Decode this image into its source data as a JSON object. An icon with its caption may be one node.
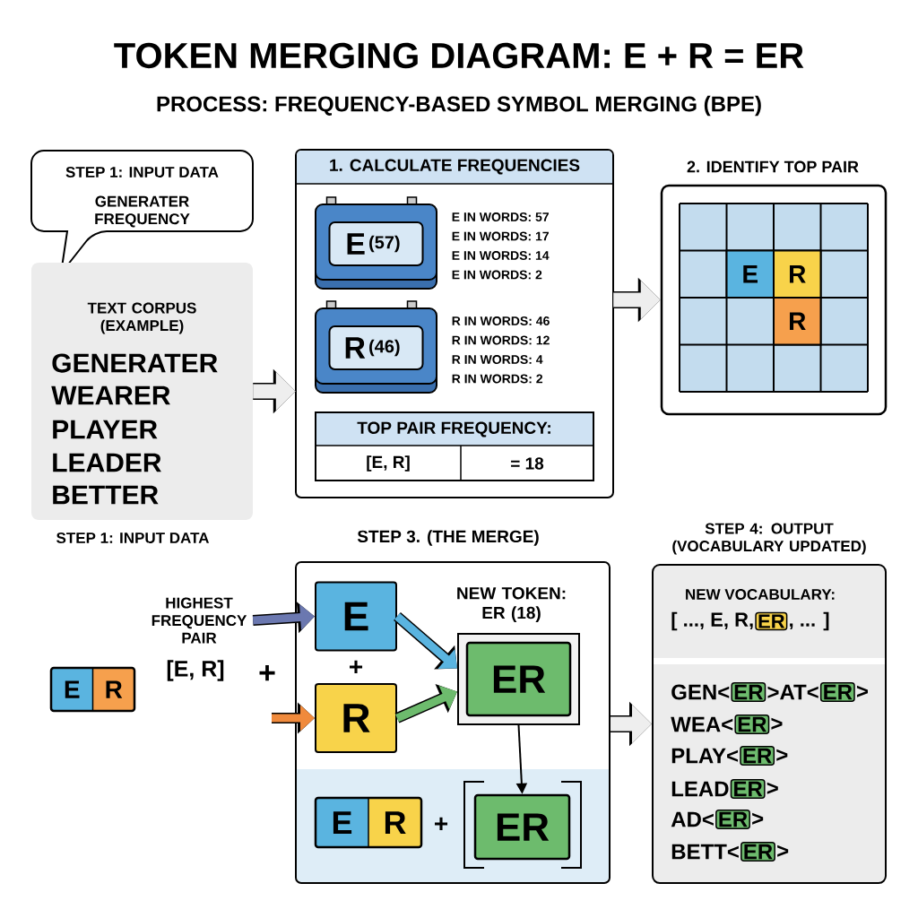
{
  "diagram": {
    "title": "TOKEN MERGING DIAGRAM: E + R = ER",
    "caption": "PROCESS: FREQUENCY-BASED SYMBOL MERGING (BPE)",
    "nodes": [
      {
        "text": [
          "STEP 1: INPUT DATA",
          "GENERATER FREQUENCY"
        ]
      },
      {
        "text": [
          "TEXT CORPUS (EXAMPLE)",
          "GENERATER",
          "WEARER",
          "PLAYER",
          "LEADER",
          "BETTER"
        ],
        "beside": [
          "STEP 1: INPUT DATA"
        ]
      },
      {
        "text": [
          "1. CALCULATE FREQUENCIES"
        ]
      },
      {
        "text": [
          "E",
          "(57)"
        ],
        "in": 2,
        "beside": [
          "E IN WORDS: 57",
          "E IN WORDS: 17",
          "E IN WORDS: 14",
          "E IN WORDS: 2"
        ]
      },
      {
        "text": [
          "R",
          "(46)"
        ],
        "in": 2,
        "beside": [
          "R IN WORDS: 46",
          "R IN WORDS: 12",
          "R IN WORDS: 4",
          "R IN WORDS: 2"
        ]
      },
      {
        "text": [
          "TOP PAIR FREQUENCY:",
          "[E, R]",
          "= 18"
        ],
        "in": 2
      },
      {
        "text": [
          "2. IDENTIFY TOP PAIR"
        ]
      },
      {
        "text": [
          "E"
        ],
        "in": 6
      },
      {
        "text": [
          "R"
        ],
        "in": 6
      },
      {
        "text": [
          "R"
        ],
        "in": 6
      },
      {
        "text": [
          "E",
          "R"
        ]
      },
      {
        "text": [
          "HIGHEST FREQUENCY PAIR"
        ]
      },
      {
        "text": [
          "STEP 3. (THE MERGE)"
        ]
      },
      {
        "text": [
          "E"
        ],
        "in": 12
      },
      {
        "text": [
          "R"
        ],
        "in": 12
      },
      {
        "text": [
          "NEW TOKEN: ER (18)",
          "ER"
        ],
        "in": 12
      },
      {
        "text": [
          "E",
          "R"
        ],
        "in": 12
      },
      {
        "text": [
          "ER"
        ],
        "in": 12
      },
      {
        "text": [
          "STEP 4: OUTPUT (VOCABULARY UPDATED)",
          "NEW VOCABULARY:"
        ]
      },
      {
        "text": [
          "ER"
        ],
        "in": 18
      },
      {
        "text": [
          "ER"
        ],
        "in": 18
      },
      {
        "text": [
          "ER"
        ],
        "in": 18
      },
      {
        "text": [
          "ER"
        ],
        "in": 18
      },
      {
        "text": [
          "ER"
        ],
        "in": 18
      },
      {
        "text": [
          "ER"
        ],
        "in": 18
      },
      {
        "text": [
          "ER"
        ],
        "in": 18
      },
      {
        "text": [
          "ER"
        ],
        "in": 18
      }
    ],
    "edges": [
      {
        "from": 1,
        "to": 2,
        "arrow": "to",
        "color": "#eeeeee"
      },
      {
        "from": 2,
        "to": 6,
        "arrow": "to",
        "color": "#eeeeee"
      },
      {
        "from": 11,
        "to": 13,
        "arrow": "to",
        "color": "#6b78b0"
      },
      {
        "from": null,
        "to": 14,
        "arrow": "to",
        "color": "#f08a3c"
      },
      {
        "from": 13,
        "to": 15,
        "arrow": "to",
        "color": "#5ab4e0"
      },
      {
        "from": 14,
        "to": 15,
        "arrow": "to",
        "color": "#6dbb6d"
      },
      {
        "from": 15,
        "to": 17,
        "arrow": "to",
        "color": "#000000"
      },
      {
        "from": 12,
        "to": 18,
        "arrow": "to",
        "color": "#eeeeee"
      }
    ],
    "labels": [
      "[E, R]",
      "+",
      "+",
      "+",
      "[ ..., E, R,",
      ", ... ]",
      "GEN<",
      ">AT<",
      ">",
      "WEA<",
      ">",
      "PLAY<",
      ">",
      "LEAD",
      ">",
      "AD<",
      ">",
      "BETT<",
      ">"
    ]
  }
}
